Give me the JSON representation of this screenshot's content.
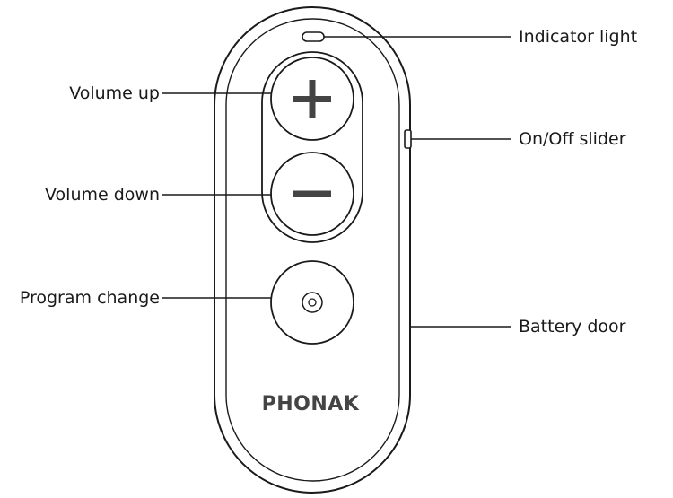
{
  "diagram": {
    "brand_logo": "PHONAK",
    "callouts": {
      "indicator_light": "Indicator light",
      "volume_up": "Volume up",
      "on_off_slider": "On/Off slider",
      "volume_down": "Volume down",
      "program_change": "Program change",
      "battery_door": "Battery door"
    }
  },
  "colors": {
    "outline": "#1a1a1a",
    "logo": "#444444",
    "background": "#ffffff"
  }
}
